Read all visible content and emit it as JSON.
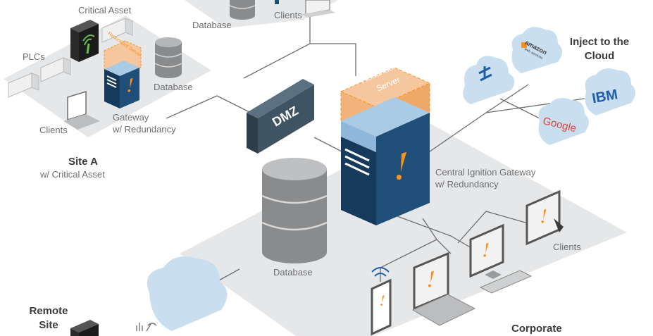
{
  "labels": {
    "critical_asset": "Critical Asset",
    "plcs": "PLCs",
    "database_site_a": "Database",
    "clients_site_a": "Clients",
    "gateway_site_a_line1": "Gateway",
    "gateway_site_a_line2": "w/ Redundancy",
    "site_a_title": "Site A",
    "site_a_subtitle": "w/ Critical Asset",
    "database_top": "Database",
    "clients_top": "Clients",
    "dmz": "DMZ",
    "redundant_server_line1": "Redundant",
    "redundant_server_line2": "Server",
    "redundant_small": "Redundant Server",
    "central_gateway_line1": "Central Ignition Gateway",
    "central_gateway_line2": "w/ Redundancy",
    "database_central": "Database",
    "clients_corporate": "Clients",
    "corporate_title": "Corporate",
    "remote_site_line1": "Remote",
    "remote_site_line2": "Site",
    "cloud_title_line1": "Inject to the",
    "cloud_title_line2": "Cloud",
    "cloud_amazon_line1": "amazon",
    "cloud_amazon_line2": "web services",
    "cloud_ibm": "IBM",
    "cloud_google": "Google"
  },
  "colors": {
    "platform": "#e6e7e8",
    "line": "#6d6e70",
    "server_front": "#1f4e79",
    "server_top": "#a9cbe6",
    "redundant_orange": "#f0a868",
    "dmz": "#3f5463",
    "cloud": "#c9dff0",
    "accent": "#f7941d"
  }
}
